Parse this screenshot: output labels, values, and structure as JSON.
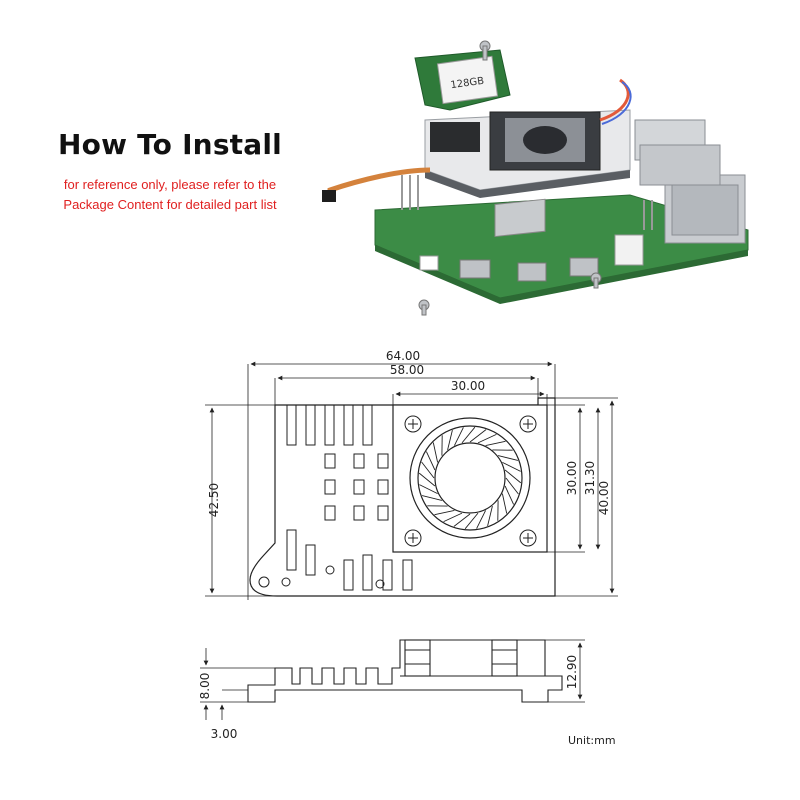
{
  "title": "How To Install",
  "note": {
    "line1": "for reference only, please refer to the",
    "line2": "Package Content for detailed part list"
  },
  "ssd_label": "128GB",
  "colors": {
    "note": "#e02020",
    "pcb": "#3c8c46",
    "heatsink": "#b8bcc2"
  },
  "dimensions": {
    "top_view": {
      "width_overall": "64.00",
      "width_body": "58.00",
      "fan_width": "30.00",
      "height_left": "42.50",
      "fan_height": "30.00",
      "hole_spacing": "31.30",
      "height_right": "40.00"
    },
    "side_view": {
      "height_base": "8.00",
      "foot": "3.00",
      "height_total": "12.90"
    }
  },
  "unit_label": "Unit:mm"
}
